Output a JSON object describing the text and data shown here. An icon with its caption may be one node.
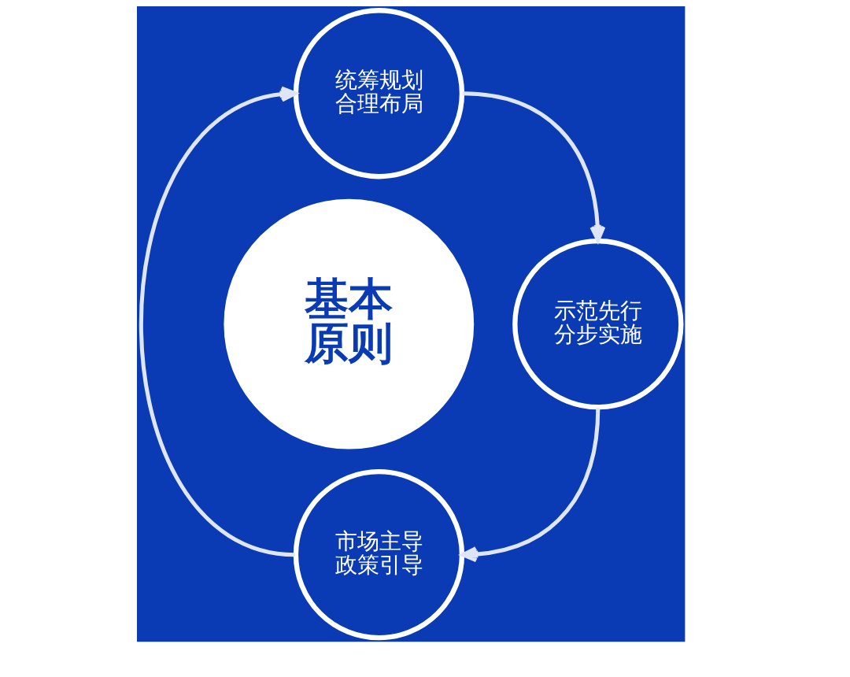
{
  "diagram": {
    "nodes": [
      {
        "text": [
          "统筹规划合理布局"
        ]
      },
      {
        "text": [
          "基本原则"
        ]
      },
      {
        "text": [
          "示范先行分步实施"
        ]
      },
      {
        "text": [
          "市场主导政策引导"
        ]
      }
    ],
    "edges": [
      {
        "from": 0,
        "to": 2,
        "arrow": "to"
      },
      {
        "from": 2,
        "to": 3,
        "arrow": "to"
      },
      {
        "from": 3,
        "to": 0,
        "arrow": "to"
      }
    ]
  }
}
